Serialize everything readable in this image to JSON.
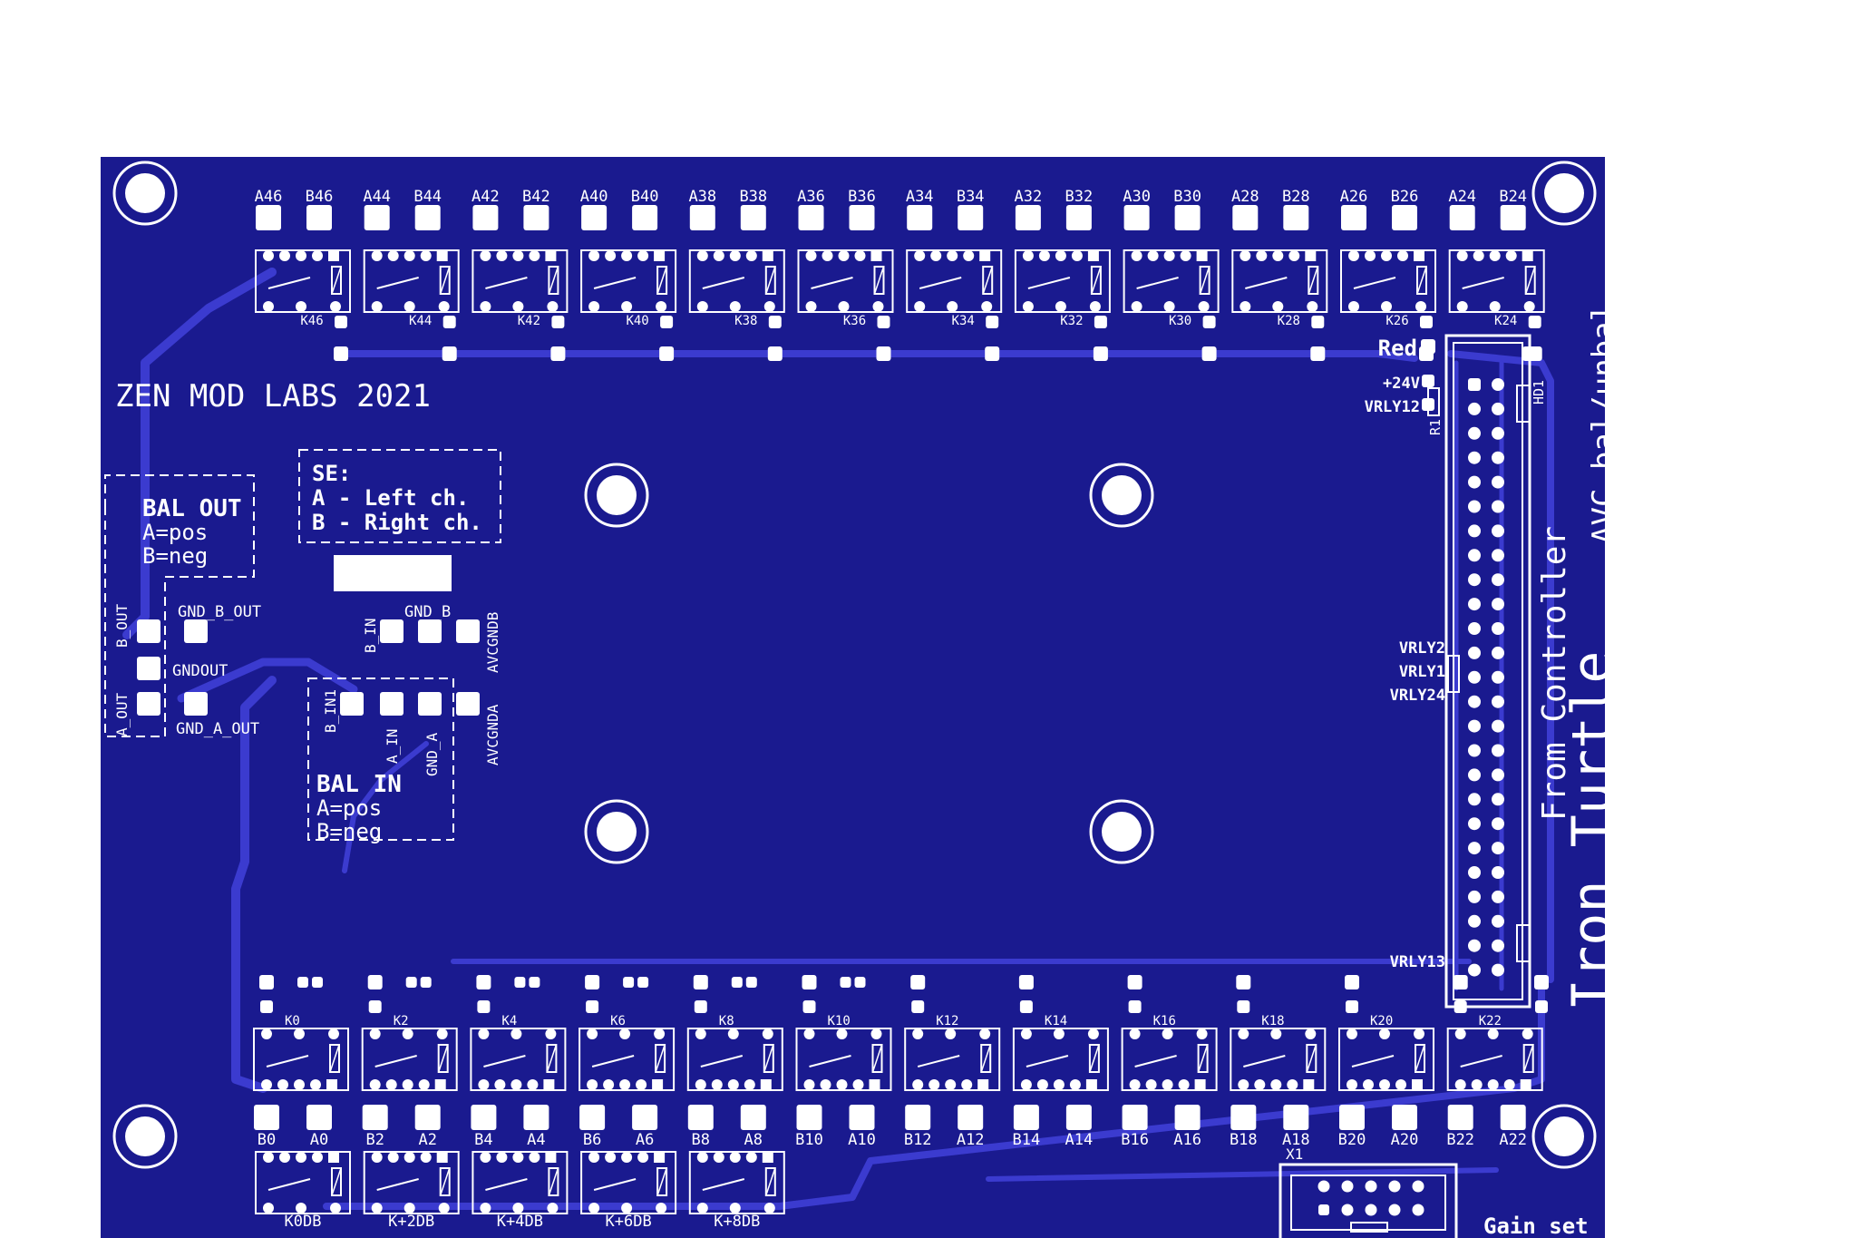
{
  "board": {
    "colors": {
      "board": "#1a1a8f",
      "trace": "#3b3bcf",
      "silk": "#ffffff"
    },
    "brand": "ZEN MOD LABS 2021",
    "title_lines": [
      "AVC bal/unbal",
      "Iron Turtle",
      "From Controller"
    ],
    "se_note": [
      "SE:",
      "A - Left ch.",
      "B - Right ch."
    ],
    "bal_out": [
      "BAL OUT",
      "A=pos",
      "B=neg"
    ],
    "bal_in": [
      "BAL IN",
      "A=pos",
      "B=neg"
    ],
    "io_labels": {
      "b_out": "B_OUT",
      "a_out": "A_OUT",
      "gnd_b_out": "GND_B_OUT",
      "gndout": "GNDOUT",
      "gnd_a_out": "GND_A_OUT",
      "b_in": "B_IN",
      "gnd_b": "GND_B",
      "avcgndb": "AVCGNDB",
      "b_in1": "B_IN1",
      "a_in": "A_IN",
      "gnd_a": "GND_A",
      "avcgnda": "AVCGNDA"
    },
    "header_labels": {
      "red": "Red",
      "v24": "+24V",
      "vrly12": "VRLY12",
      "r1": "R1",
      "hd1": "HD1",
      "vrly2": "VRLY2",
      "vrly1": "VRLY1",
      "vrly24": "VRLY24",
      "vrly13": "VRLY13"
    },
    "gain": {
      "designator": "X1",
      "label": "Gain set"
    },
    "top_relays": [
      {
        "ref": "K46",
        "a": "A46",
        "b": "B46"
      },
      {
        "ref": "K44",
        "a": "A44",
        "b": "B44"
      },
      {
        "ref": "K42",
        "a": "A42",
        "b": "B42"
      },
      {
        "ref": "K40",
        "a": "A40",
        "b": "B40"
      },
      {
        "ref": "K38",
        "a": "A38",
        "b": "B38"
      },
      {
        "ref": "K36",
        "a": "A36",
        "b": "B36"
      },
      {
        "ref": "K34",
        "a": "A34",
        "b": "B34"
      },
      {
        "ref": "K32",
        "a": "A32",
        "b": "B32"
      },
      {
        "ref": "K30",
        "a": "A30",
        "b": "B30"
      },
      {
        "ref": "K28",
        "a": "A28",
        "b": "B28"
      },
      {
        "ref": "K26",
        "a": "A26",
        "b": "B26"
      },
      {
        "ref": "K24",
        "a": "A24",
        "b": "B24"
      }
    ],
    "bottom_relays": [
      {
        "ref": "K0",
        "a": "A0",
        "b": "B0"
      },
      {
        "ref": "K2",
        "a": "A2",
        "b": "B2"
      },
      {
        "ref": "K4",
        "a": "A4",
        "b": "B4"
      },
      {
        "ref": "K6",
        "a": "A6",
        "b": "B6"
      },
      {
        "ref": "K8",
        "a": "A8",
        "b": "B8"
      },
      {
        "ref": "K10",
        "a": "A10",
        "b": "B10"
      },
      {
        "ref": "K12",
        "a": "A12",
        "b": "B12"
      },
      {
        "ref": "K14",
        "a": "A14",
        "b": "B14"
      },
      {
        "ref": "K16",
        "a": "A16",
        "b": "B16"
      },
      {
        "ref": "K18",
        "a": "A18",
        "b": "B18"
      },
      {
        "ref": "K20",
        "a": "A20",
        "b": "B20"
      },
      {
        "ref": "K22",
        "a": "A22",
        "b": "B22"
      }
    ],
    "db_relays": [
      "K0DB",
      "K+2DB",
      "K+4DB",
      "K+6DB",
      "K+8DB"
    ]
  }
}
